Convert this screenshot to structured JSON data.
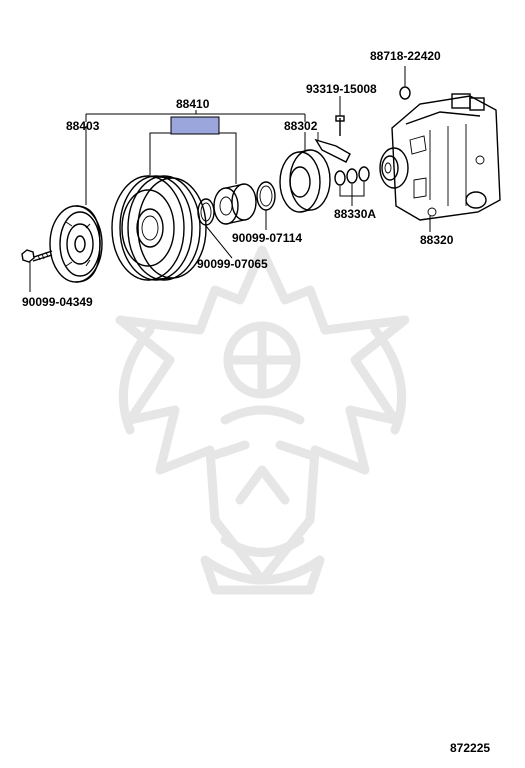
{
  "diagram": {
    "highlight_color": "#9aa6dc",
    "watermark_icon": "samurai-mask-icon",
    "figure_number": "872225",
    "labels": {
      "assembly": "88410",
      "clutch_hub": "88403",
      "bolt": "90099-04349",
      "snap_ring_inner": "90099-07065",
      "snap_ring_outer": "90099-07114",
      "stator": "88302",
      "screw": "93319-15008",
      "shim": "88330A",
      "cap": "88718-22420",
      "compressor": "88320"
    }
  }
}
